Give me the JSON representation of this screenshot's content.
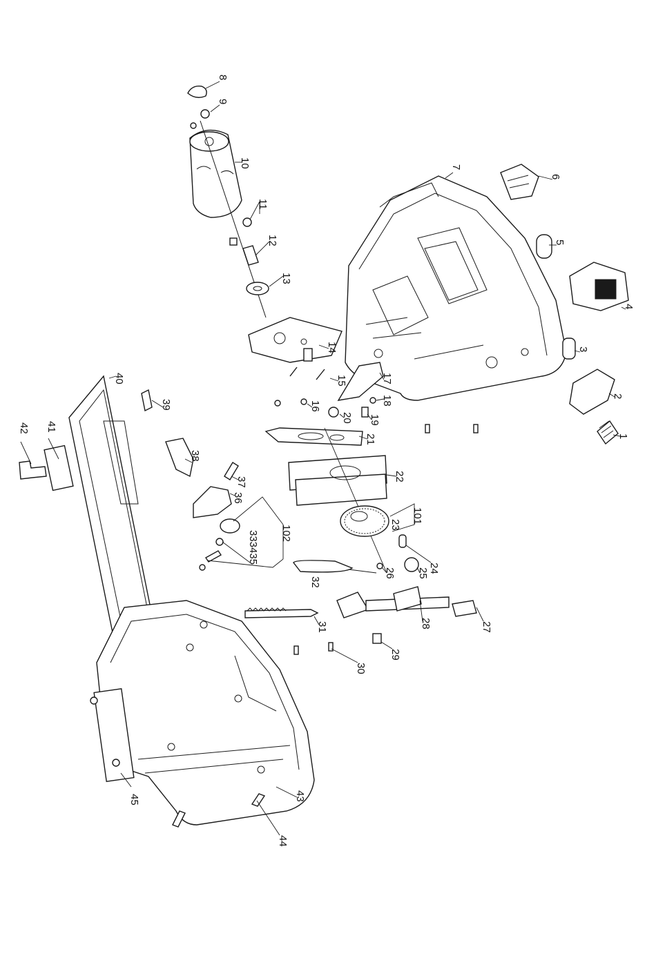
{
  "diagram": {
    "labels": {
      "p1": "1",
      "p2": "2",
      "p3": "3",
      "p4": "4",
      "p5": "5",
      "p6": "6",
      "p7": "7",
      "p8": "8",
      "p9": "9",
      "p10": "10",
      "p11": "11",
      "p12": "12",
      "p13": "13",
      "p14": "14",
      "p15": "15",
      "p16": "16",
      "p17": "17",
      "p18": "18",
      "p19": "19",
      "p20": "20",
      "p21": "21",
      "p22": "22",
      "p23": "23",
      "p24": "24",
      "p25": "25",
      "p26": "26",
      "p27": "27",
      "p28": "28",
      "p29": "29",
      "p30": "30",
      "p31": "31",
      "p32": "32",
      "p333435": "333435",
      "p36": "36",
      "p37": "37",
      "p38": "38",
      "p39": "39",
      "p40": "40",
      "p41": "41",
      "p42": "42",
      "p43": "43",
      "p44": "44",
      "p45": "45",
      "p101": "101",
      "p102": "102"
    }
  }
}
